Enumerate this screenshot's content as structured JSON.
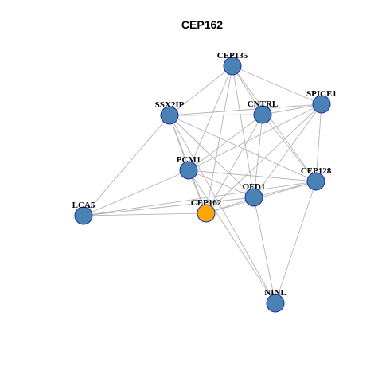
{
  "title": "CEP162",
  "colors": {
    "node_fill": "#4a82b4",
    "node_border": "#1a2fa8",
    "highlight_fill": "#ffa500",
    "edge": "#b3b3b3"
  },
  "nodes": [
    {
      "id": "CEP135",
      "label": "CEP135",
      "highlight": false
    },
    {
      "id": "SPICE1",
      "label": "SPICE1",
      "highlight": false
    },
    {
      "id": "SSX2IP",
      "label": "SSX2IP",
      "highlight": false
    },
    {
      "id": "CNTRL",
      "label": "CNTRL",
      "highlight": false
    },
    {
      "id": "PCM1",
      "label": "PCM1",
      "highlight": false
    },
    {
      "id": "CEP128",
      "label": "CEP128",
      "highlight": false
    },
    {
      "id": "OFD1",
      "label": "OFD1",
      "highlight": false
    },
    {
      "id": "LCA5",
      "label": "LCA5",
      "highlight": false
    },
    {
      "id": "CEP162",
      "label": "CEP162",
      "highlight": true
    },
    {
      "id": "NINL",
      "label": "NINL",
      "highlight": false
    }
  ],
  "edges": [
    [
      "CEP135",
      "SSX2IP"
    ],
    [
      "CEP135",
      "CNTRL"
    ],
    [
      "CEP135",
      "SPICE1"
    ],
    [
      "CEP135",
      "PCM1"
    ],
    [
      "CEP135",
      "CEP162"
    ],
    [
      "CEP135",
      "OFD1"
    ],
    [
      "CEP135",
      "CEP128"
    ],
    [
      "SSX2IP",
      "CNTRL"
    ],
    [
      "SSX2IP",
      "SPICE1"
    ],
    [
      "SSX2IP",
      "PCM1"
    ],
    [
      "SSX2IP",
      "CEP162"
    ],
    [
      "SSX2IP",
      "OFD1"
    ],
    [
      "SSX2IP",
      "CEP128"
    ],
    [
      "SSX2IP",
      "LCA5"
    ],
    [
      "SSX2IP",
      "NINL"
    ],
    [
      "CNTRL",
      "SPICE1"
    ],
    [
      "CNTRL",
      "PCM1"
    ],
    [
      "CNTRL",
      "CEP162"
    ],
    [
      "CNTRL",
      "OFD1"
    ],
    [
      "CNTRL",
      "CEP128"
    ],
    [
      "SPICE1",
      "PCM1"
    ],
    [
      "SPICE1",
      "CEP162"
    ],
    [
      "SPICE1",
      "OFD1"
    ],
    [
      "SPICE1",
      "CEP128"
    ],
    [
      "PCM1",
      "CEP162"
    ],
    [
      "PCM1",
      "OFD1"
    ],
    [
      "PCM1",
      "CEP128"
    ],
    [
      "PCM1",
      "LCA5"
    ],
    [
      "PCM1",
      "NINL"
    ],
    [
      "CEP128",
      "OFD1"
    ],
    [
      "CEP128",
      "CEP162"
    ],
    [
      "CEP128",
      "LCA5"
    ],
    [
      "CEP128",
      "NINL"
    ],
    [
      "OFD1",
      "CEP162"
    ],
    [
      "OFD1",
      "LCA5"
    ],
    [
      "OFD1",
      "NINL"
    ],
    [
      "LCA5",
      "CEP162"
    ]
  ]
}
